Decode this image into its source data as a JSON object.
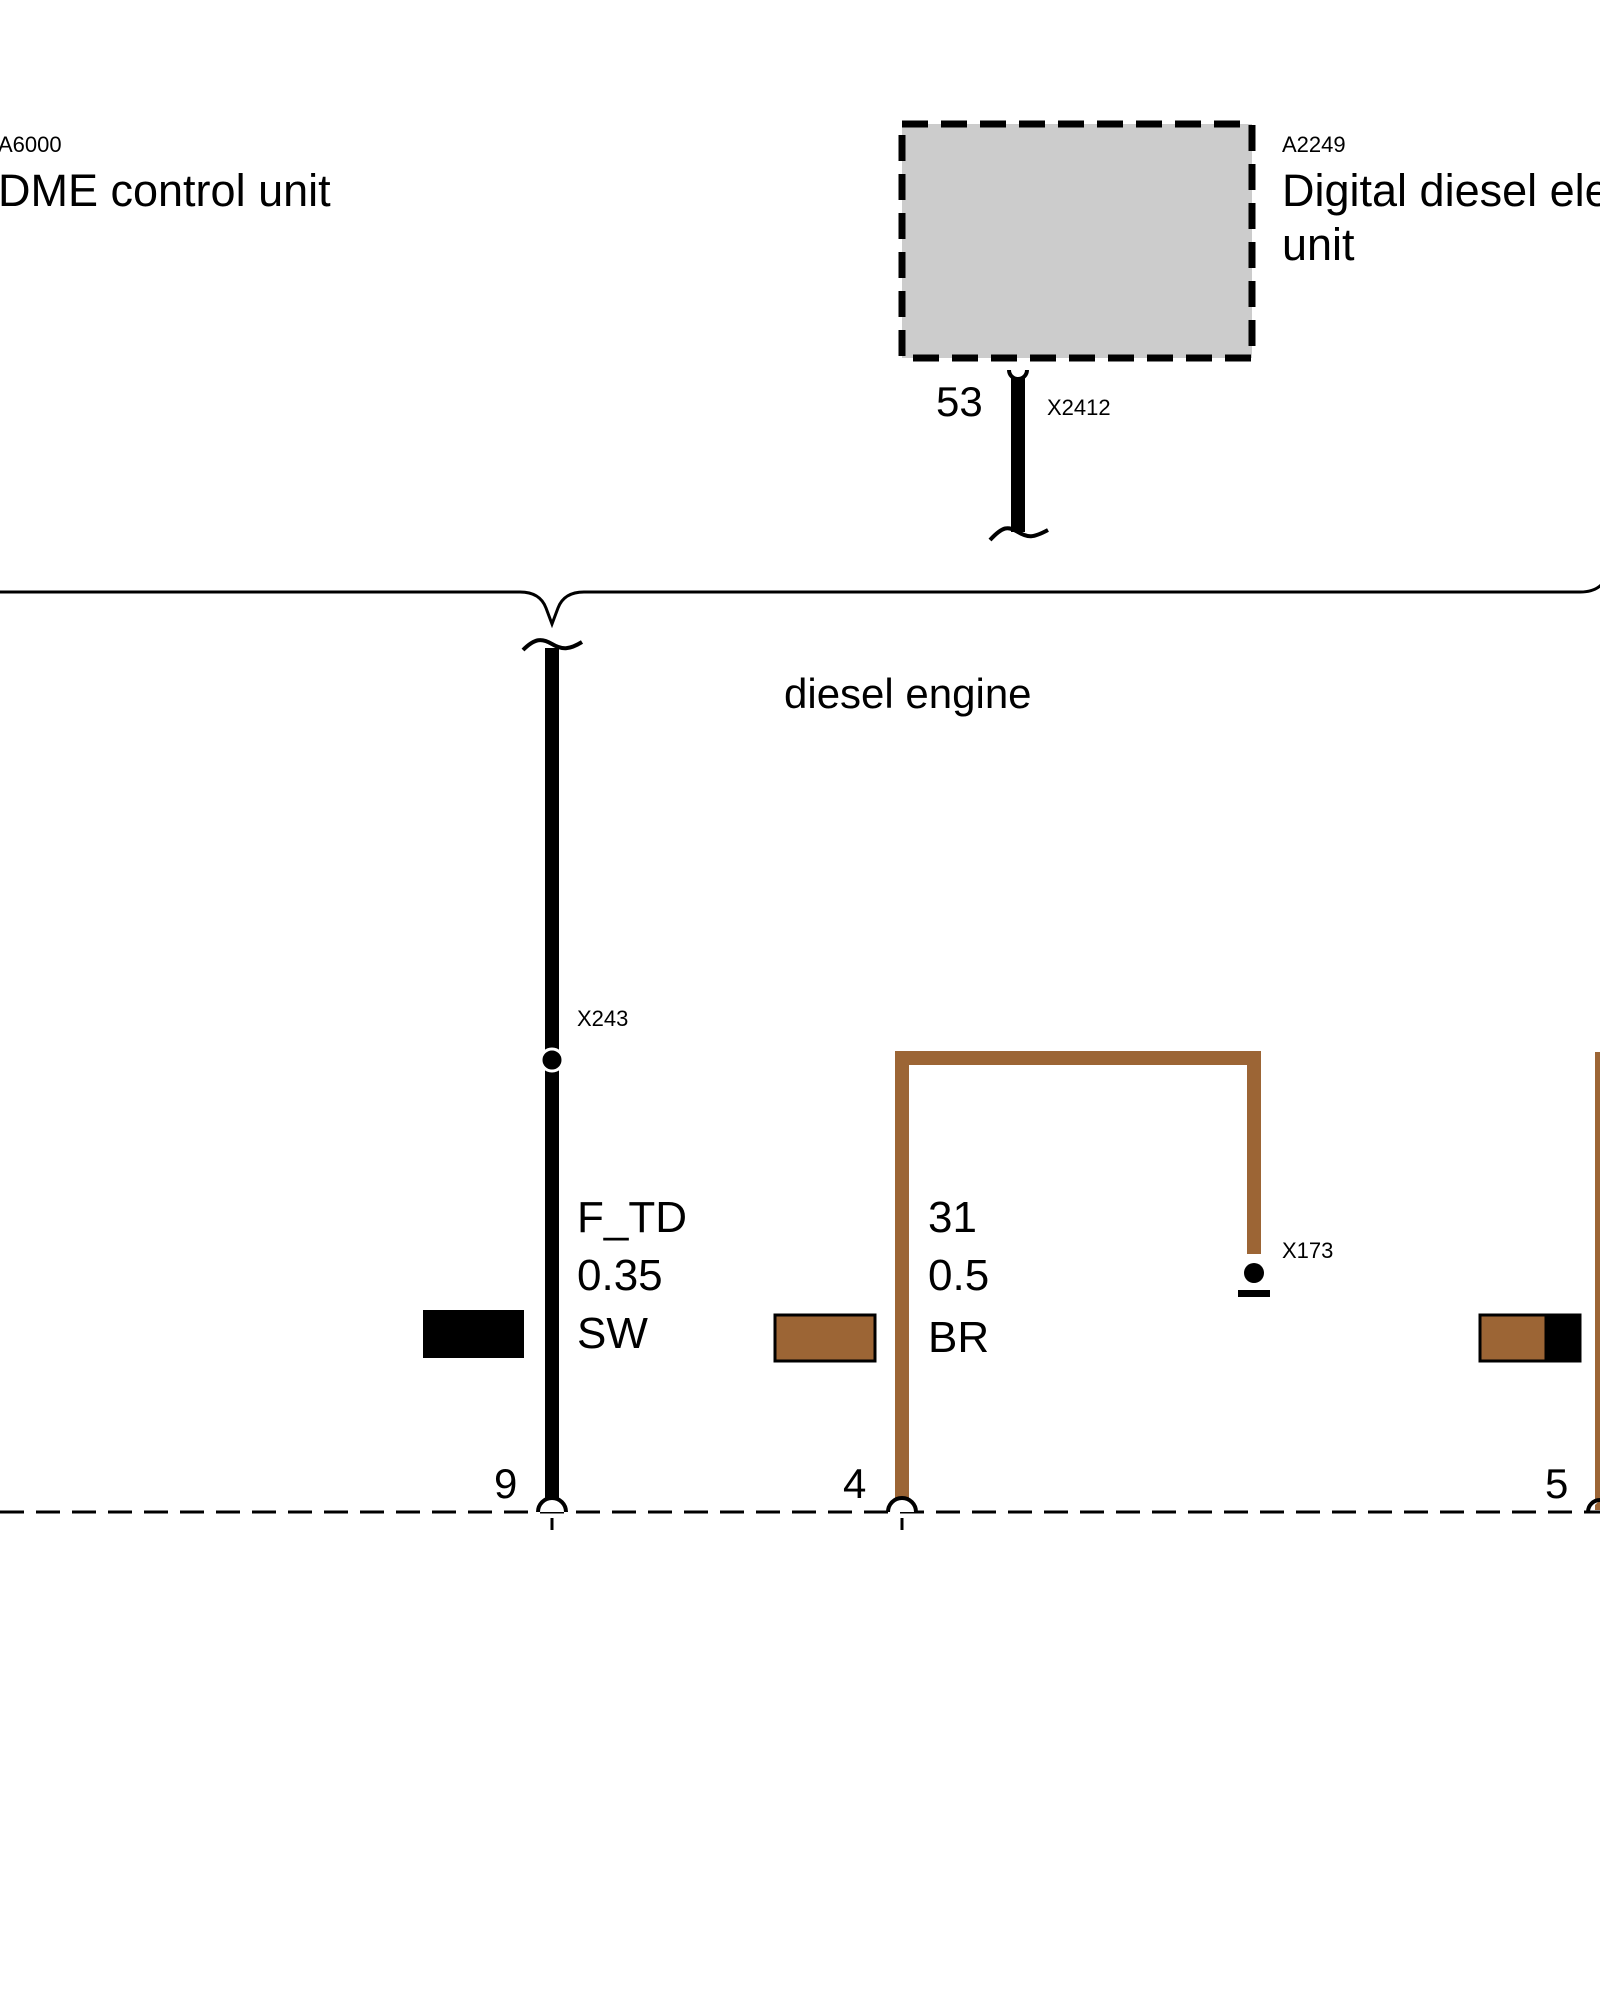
{
  "components": {
    "dme": {
      "code": "A6000",
      "name": "DME control unit"
    },
    "dde": {
      "code": "A2249",
      "name_line1": "Digital diesel ele",
      "name_line2": "unit"
    }
  },
  "connectors": {
    "dde_pin": "53",
    "dde_connector": "X2412",
    "splice_x243": "X243",
    "ground_x173": "X173"
  },
  "group_label": "diesel engine",
  "wires": [
    {
      "signal": "F_TD",
      "gauge": "0.35",
      "color_code": "SW",
      "pin": "9",
      "hex": "#000000"
    },
    {
      "signal": "31",
      "gauge": "0.5",
      "color_code": "BR",
      "pin": "4",
      "hex": "#9c6535"
    }
  ],
  "partial_pin": "5",
  "colors": {
    "black_wire": "#000000",
    "brown_wire": "#9c6535",
    "component_fill": "#cccccc"
  }
}
